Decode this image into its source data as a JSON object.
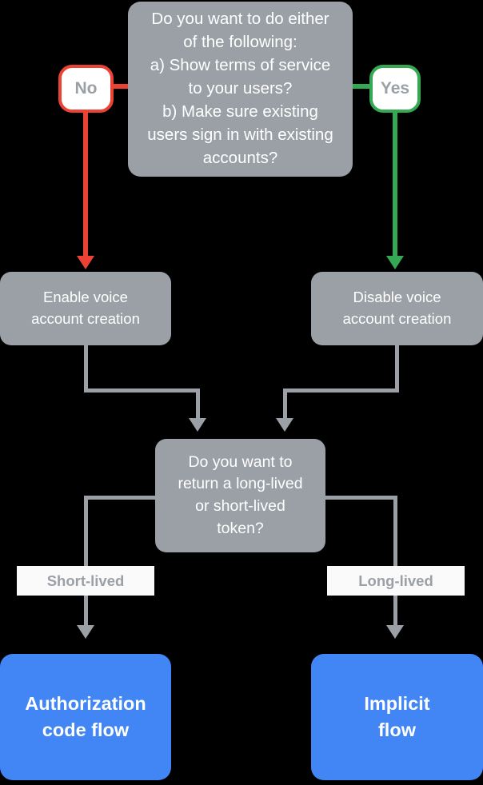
{
  "diagram": {
    "title": "Account linking flow decision chart",
    "background_color": "#000000",
    "colors": {
      "node_gray": "#9aa0a6",
      "node_blue": "#4285f4",
      "yes_green": "#34a853",
      "no_red": "#ea4335",
      "label_background": "#fafafa",
      "node_text": "#ffffff",
      "pill_text": "#9aa0a6"
    }
  },
  "nodes": {
    "decision_1": {
      "id": "decision-1",
      "type": "decision",
      "text": "Do you want to do either\nof the following:\na) Show terms of service\nto your users?\nb) Make sure existing\nusers sign in with existing\naccounts?"
    },
    "pill_no": {
      "id": "pill-no",
      "type": "branch-label",
      "text": "No",
      "border_color": "#ea4335"
    },
    "pill_yes": {
      "id": "pill-yes",
      "type": "branch-label",
      "text": "Yes",
      "border_color": "#34a853"
    },
    "box_enable": {
      "id": "box-enable",
      "type": "action",
      "text": "Enable voice\naccount creation"
    },
    "box_disable": {
      "id": "box-disable",
      "type": "action",
      "text": "Disable voice\naccount creation"
    },
    "decision_2": {
      "id": "decision-2",
      "type": "decision",
      "text": "Do you want to\nreturn a long-lived\nor short-lived\ntoken?"
    },
    "label_short": {
      "id": "label-short",
      "type": "edge-label",
      "text": "Short-lived"
    },
    "label_long": {
      "id": "label-long",
      "type": "edge-label",
      "text": "Long-lived"
    },
    "box_auth": {
      "id": "box-auth",
      "type": "terminal",
      "text": "Authorization\ncode flow"
    },
    "box_implicit": {
      "id": "box-implicit",
      "type": "terminal",
      "text": "Implicit\nflow"
    }
  },
  "edges": [
    {
      "from": "decision_1",
      "to": "pill_no",
      "label": "No",
      "color": "#ea4335"
    },
    {
      "from": "pill_no",
      "to": "box_enable",
      "label": "",
      "color": "#ea4335"
    },
    {
      "from": "decision_1",
      "to": "pill_yes",
      "label": "Yes",
      "color": "#34a853"
    },
    {
      "from": "pill_yes",
      "to": "box_disable",
      "label": "",
      "color": "#34a853"
    },
    {
      "from": "box_enable",
      "to": "decision_2",
      "label": "",
      "color": "#9aa0a6"
    },
    {
      "from": "box_disable",
      "to": "decision_2",
      "label": "",
      "color": "#9aa0a6"
    },
    {
      "from": "decision_2",
      "to": "box_auth",
      "label": "Short-lived",
      "color": "#9aa0a6"
    },
    {
      "from": "decision_2",
      "to": "box_implicit",
      "label": "Long-lived",
      "color": "#9aa0a6"
    }
  ]
}
